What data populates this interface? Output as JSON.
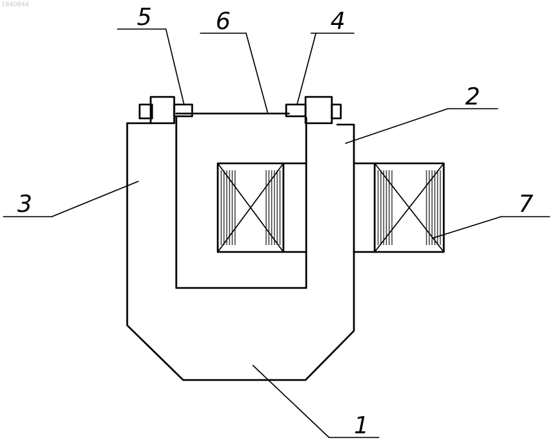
{
  "figure_id": "1840844",
  "labels": {
    "l1": "1",
    "l2": "2",
    "l3": "3",
    "l4": "4",
    "l5": "5",
    "l6": "6",
    "l7": "7"
  }
}
